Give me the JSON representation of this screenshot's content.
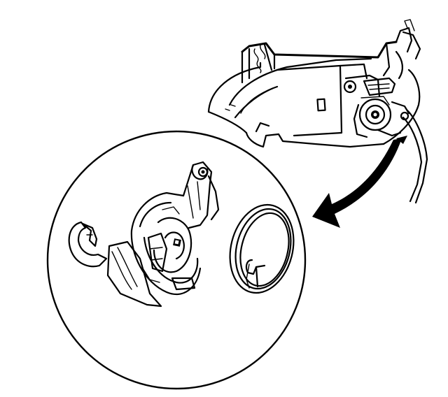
{
  "figure": {
    "components": [
      {
        "name": "door-handle-assembly",
        "icon": "handle-housing-icon"
      },
      {
        "name": "detail-magnifier-circle",
        "icon": "magnifier-circle-icon"
      },
      {
        "name": "retaining-clip",
        "icon": "c-clip-icon"
      },
      {
        "name": "lock-cylinder-lever",
        "icon": "lever-cam-icon"
      },
      {
        "name": "coil-spring",
        "icon": "torsion-spring-icon"
      },
      {
        "name": "callout-arrow",
        "icon": "curved-arrow-icon"
      }
    ],
    "colors": {
      "ink": "#000000",
      "background": "#ffffff"
    }
  }
}
